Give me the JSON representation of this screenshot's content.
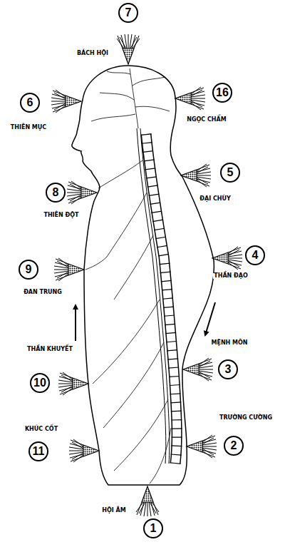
{
  "diagram": {
    "nodes": [
      {
        "text": [
          "7"
        ]
      },
      {
        "text": [
          "16"
        ]
      },
      {
        "text": [
          "6"
        ]
      },
      {
        "text": [
          "5"
        ]
      },
      {
        "text": [
          "8"
        ]
      },
      {
        "text": [
          "4"
        ]
      },
      {
        "text": [
          "9"
        ]
      },
      {
        "text": [
          "3"
        ]
      },
      {
        "text": [
          "10"
        ]
      },
      {
        "text": [
          "2"
        ]
      },
      {
        "text": [
          "11"
        ]
      },
      {
        "text": [
          "1"
        ]
      }
    ],
    "labels": [
      "BÁCH HỘI",
      "NGỌC CHẨM",
      "THIÊN MỤC",
      "ĐẠI CHÙY",
      "THIÊN ĐỘT",
      "THẦN ĐẠO",
      "ĐAN TRUNG",
      "MỆNH MÔN",
      "THẦN KHUYẾT",
      "KHÚC CỐT",
      "TRƯỜNG CƯỜNG",
      "HỘI ÂM"
    ]
  }
}
